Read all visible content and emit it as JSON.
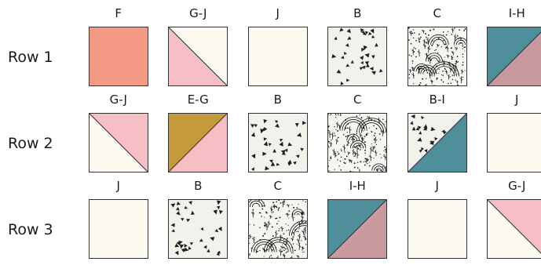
{
  "fabrics": {
    "B": {
      "pattern": "triangles",
      "bg": "#f2f2ec",
      "ink": "#1f1f1f"
    },
    "C": {
      "pattern": "botanical",
      "bg": "#f6f5f0",
      "ink": "#111111"
    },
    "E": {
      "pattern": "solid",
      "color": "#c49a3a"
    },
    "F": {
      "pattern": "solid",
      "color": "#f49a84"
    },
    "G": {
      "pattern": "solid",
      "color": "#f5bfc5"
    },
    "H": {
      "pattern": "solid",
      "color": "#c79aa0"
    },
    "I": {
      "pattern": "solid",
      "color": "#4f8f9b"
    },
    "J": {
      "pattern": "solid",
      "color": "#fdfaf1"
    }
  },
  "rows": [
    {
      "label": "Row 1",
      "cells": [
        {
          "label": "F",
          "kind": "solid",
          "fabrics": [
            "F"
          ]
        },
        {
          "label": "G-J",
          "kind": "hst-diag-down",
          "fabrics": [
            "G",
            "J"
          ]
        },
        {
          "label": "J",
          "kind": "solid",
          "fabrics": [
            "J"
          ]
        },
        {
          "label": "B",
          "kind": "solid",
          "fabrics": [
            "B"
          ]
        },
        {
          "label": "C",
          "kind": "solid",
          "fabrics": [
            "C"
          ]
        },
        {
          "label": "I-H",
          "kind": "hst-diag-up",
          "fabrics": [
            "I",
            "H"
          ]
        }
      ]
    },
    {
      "label": "Row 2",
      "cells": [
        {
          "label": "G-J",
          "kind": "hst-diag-down-tr",
          "fabrics": [
            "G",
            "J"
          ]
        },
        {
          "label": "E-G",
          "kind": "hst-diag-up",
          "fabrics": [
            "E",
            "G"
          ]
        },
        {
          "label": "B",
          "kind": "solid",
          "fabrics": [
            "B"
          ]
        },
        {
          "label": "C",
          "kind": "solid",
          "fabrics": [
            "C"
          ]
        },
        {
          "label": "B-I",
          "kind": "hst-diag-up",
          "fabrics": [
            "B",
            "I"
          ]
        },
        {
          "label": "J",
          "kind": "solid",
          "fabrics": [
            "J"
          ]
        }
      ]
    },
    {
      "label": "Row 3",
      "cells": [
        {
          "label": "J",
          "kind": "solid",
          "fabrics": [
            "J"
          ]
        },
        {
          "label": "B",
          "kind": "solid",
          "fabrics": [
            "B"
          ]
        },
        {
          "label": "C",
          "kind": "solid",
          "fabrics": [
            "C"
          ]
        },
        {
          "label": "I-H",
          "kind": "hst-diag-up",
          "fabrics": [
            "I",
            "H"
          ]
        },
        {
          "label": "J",
          "kind": "solid",
          "fabrics": [
            "J"
          ]
        },
        {
          "label": "G-J",
          "kind": "hst-diag-down-tr",
          "fabrics": [
            "G",
            "J"
          ]
        }
      ]
    }
  ]
}
